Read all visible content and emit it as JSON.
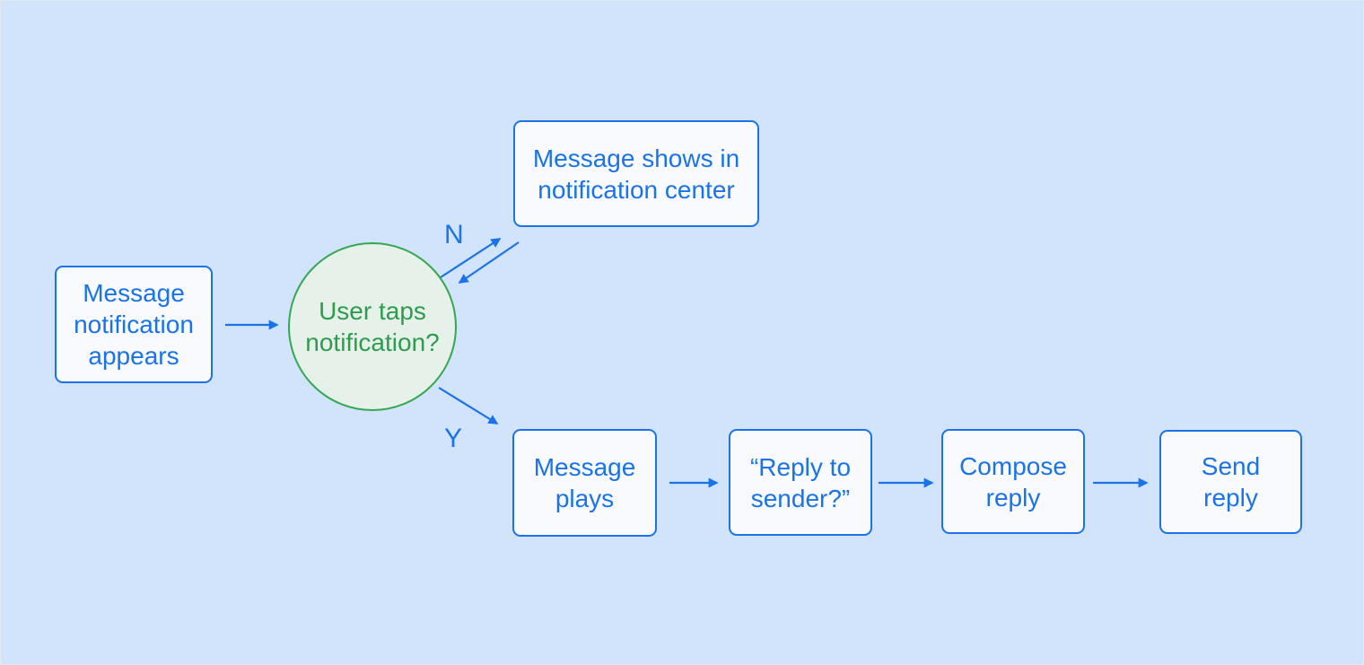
{
  "diagram": {
    "type": "flowchart",
    "colors": {
      "background": "#D2E3FC",
      "process_fill": "#F8FAFD",
      "process_border": "#1A73E8",
      "process_text": "#1A73E8",
      "decision_fill": "#E6F2E9",
      "decision_border": "#34A853",
      "decision_text": "#2E9B4E",
      "arrow": "#1A73E8"
    },
    "nodes": {
      "message_notification_appears": {
        "type": "process",
        "label": "Message\nnotification\nappears"
      },
      "user_taps_notification": {
        "type": "decision",
        "label": "User taps\nnotification?"
      },
      "message_shows_in_notification_center": {
        "type": "process",
        "label": "Message shows in\nnotification center"
      },
      "message_plays": {
        "type": "process",
        "label": "Message\nplays"
      },
      "reply_to_sender": {
        "type": "process",
        "label": "“Reply to\nsender?”"
      },
      "compose_reply": {
        "type": "process",
        "label": "Compose\nreply"
      },
      "send_reply": {
        "type": "process",
        "label": "Send\nreply"
      }
    },
    "edge_labels": {
      "no": "N",
      "yes": "Y"
    },
    "edges": [
      {
        "from": "message_notification_appears",
        "to": "user_taps_notification",
        "label": ""
      },
      {
        "from": "user_taps_notification",
        "to": "message_shows_in_notification_center",
        "label": "N"
      },
      {
        "from": "message_shows_in_notification_center",
        "to": "user_taps_notification",
        "label": ""
      },
      {
        "from": "user_taps_notification",
        "to": "message_plays",
        "label": "Y"
      },
      {
        "from": "message_plays",
        "to": "reply_to_sender",
        "label": ""
      },
      {
        "from": "reply_to_sender",
        "to": "compose_reply",
        "label": ""
      },
      {
        "from": "compose_reply",
        "to": "send_reply",
        "label": ""
      }
    ]
  }
}
